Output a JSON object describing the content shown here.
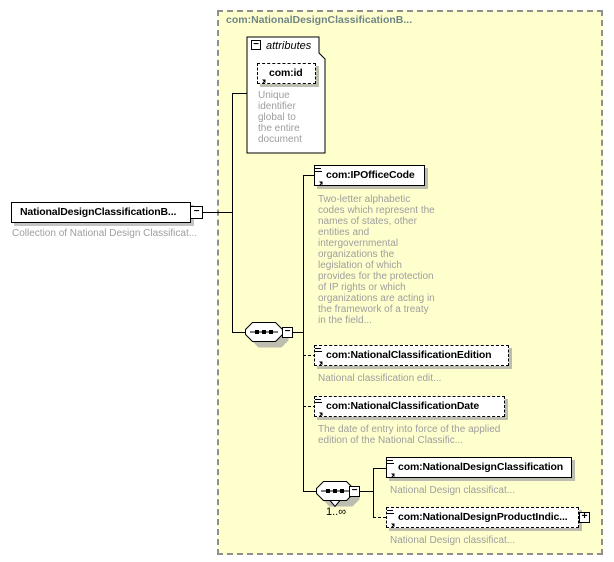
{
  "container": {
    "title": "com:NationalDesignClassificationB...",
    "fill_color": "#FFFFCE",
    "title_color": "#6f8585"
  },
  "root": {
    "label": "NationalDesignClassificationB...",
    "annotation": "Collection of National Design Classificat..."
  },
  "attributes_group": {
    "header": "attributes",
    "id": {
      "label": "com:id",
      "annotation": "Unique identifier global to the entire document"
    }
  },
  "sequence1": {
    "type": "sequence"
  },
  "children": {
    "ipOfficeCode": {
      "label": "com:IPOfficeCode",
      "annotation": "Two-letter alphabetic codes which represent the names of states, other entities and intergovernmental organizations the legislation of which provides for the protection of IP rights or which organizations are acting in the framework of a treaty in the field..."
    },
    "edition": {
      "label": "com:NationalClassificationEdition",
      "annotation": "National classification edit..."
    },
    "date": {
      "label": "com:NationalClassificationDate",
      "annotation": "The date of entry into force of the applied edition of the National Classific..."
    }
  },
  "sequence2": {
    "type": "sequence",
    "occurrence": "1..∞"
  },
  "children2": {
    "classification": {
      "label": "com:NationalDesignClassification",
      "annotation": "National Design classificat..."
    },
    "productIndication": {
      "label": "com:NationalDesignProductIndic...",
      "annotation": "National Design classificat..."
    }
  },
  "glyphs": {
    "collapse": "−",
    "expand": "+"
  },
  "colors": {
    "annotation_gray": "#9e9e9e",
    "shadow": "#bdbdb0"
  }
}
